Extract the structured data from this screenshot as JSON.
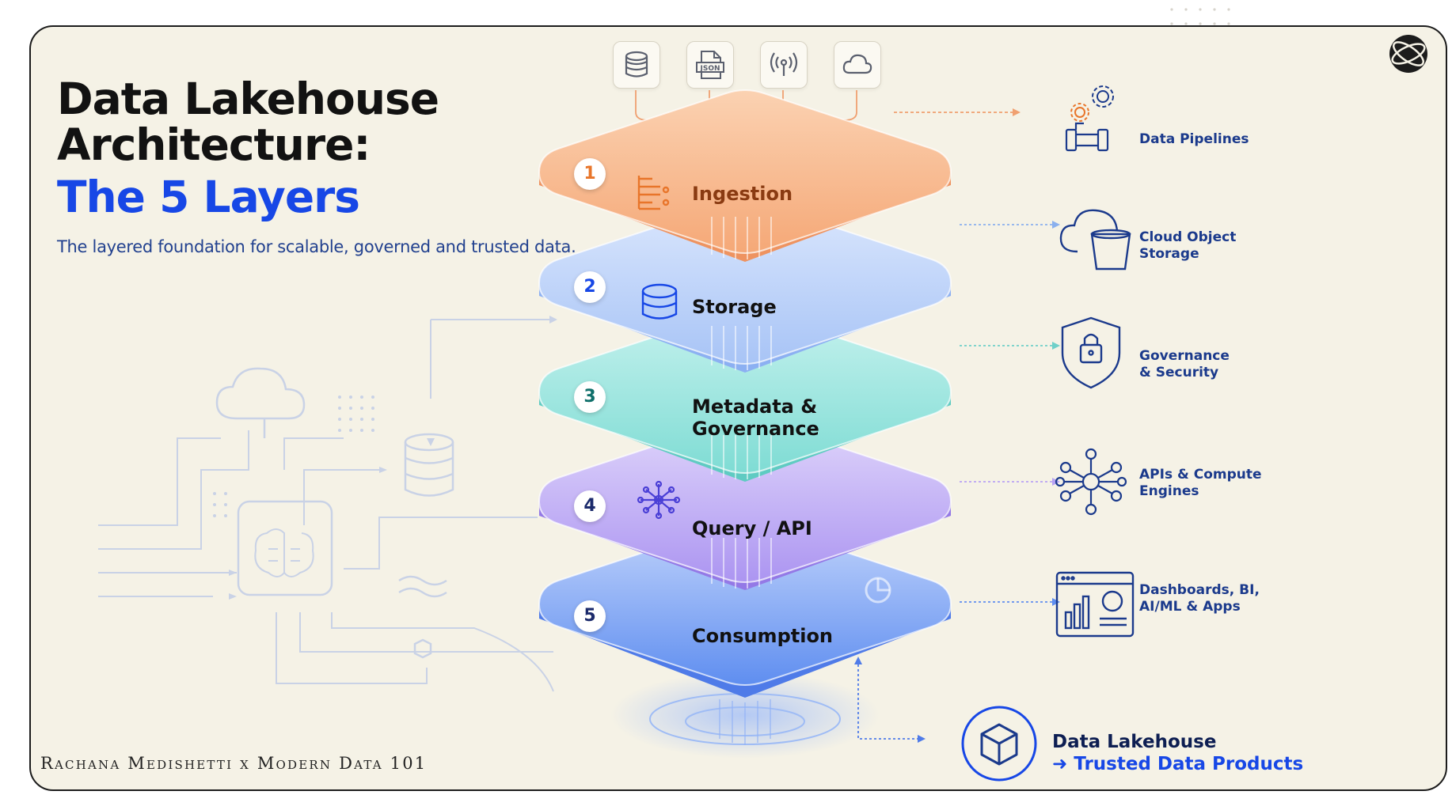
{
  "title": {
    "line1": "Data Lakehouse",
    "line2": "Architecture:",
    "line3": "The 5 Layers"
  },
  "subtitle": "The layered foundation for scalable, governed and trusted data.",
  "credit": "Rachana Medishetti x Modern Data 101",
  "sources": [
    {
      "icon": "database-icon"
    },
    {
      "icon": "json-file-icon",
      "label": "JSON"
    },
    {
      "icon": "broadcast-icon"
    },
    {
      "icon": "cloud-icon"
    }
  ],
  "layers": [
    {
      "number": "1",
      "label": "Ingestion",
      "icon": "ingestion-icon",
      "color": "#f6b58a"
    },
    {
      "number": "2",
      "label": "Storage",
      "icon": "database-icon",
      "color": "#bcd3f8"
    },
    {
      "number": "3",
      "label": "Metadata &\nGovernance",
      "icon": "",
      "color": "#9be6df"
    },
    {
      "number": "4",
      "label": "Query / API",
      "icon": "network-icon",
      "color": "#c7b6f6"
    },
    {
      "number": "5",
      "label": "Consumption",
      "icon": "",
      "color": "#7aa3f4"
    }
  ],
  "right_items": [
    {
      "label": "Data Pipelines",
      "icon": "pipeline-gears-icon"
    },
    {
      "label": "Cloud Object\nStorage",
      "icon": "cloud-bucket-icon"
    },
    {
      "label": "Governance\n& Security",
      "icon": "shield-lock-icon"
    },
    {
      "label": "APIs & Compute\nEngines",
      "icon": "hub-network-icon"
    },
    {
      "label": "Dashboards, BI,\nAI/ML & Apps",
      "icon": "dashboard-icon"
    }
  ],
  "bottom": {
    "title": "Data Lakehouse",
    "subtitle": "➜ Trusted Data Products",
    "icon": "cube-icon"
  },
  "colors": {
    "background": "#f5f2e6",
    "accent": "#1747e6",
    "text_dark": "#121212",
    "label_blue": "#1b3a8c",
    "layer1_number": "#e8752a",
    "layer2_number": "#1747e6",
    "layer3_number": "#0f6f6a",
    "layer4_number": "#1b2a6b",
    "layer5_number": "#1b2a6b"
  }
}
